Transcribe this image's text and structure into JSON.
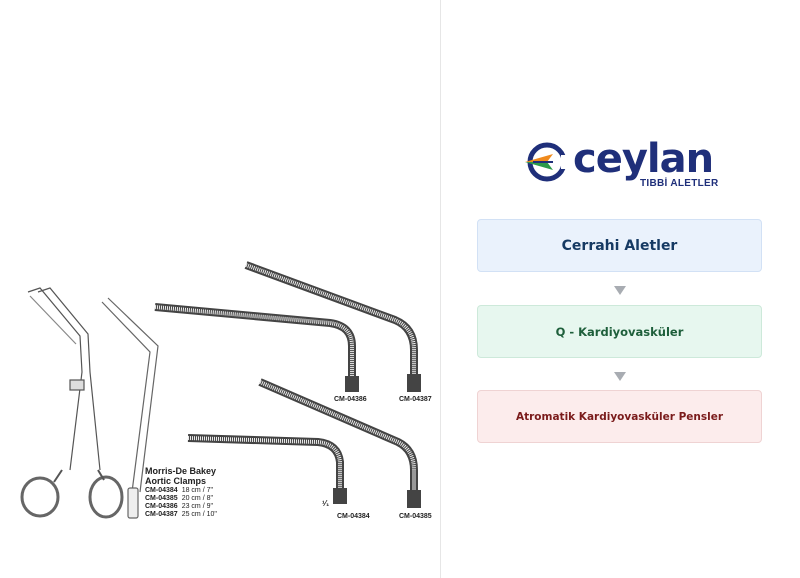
{
  "catalog": {
    "product_title_line1": "Morris-De Bakey",
    "product_title_line2": "Aortic Clamps",
    "items": [
      {
        "code": "CM-04384",
        "size": "18 cm / 7\""
      },
      {
        "code": "CM-04385",
        "size": "20 cm / 8\""
      },
      {
        "code": "CM-04386",
        "size": "23 cm / 9\""
      },
      {
        "code": "CM-04387",
        "size": "25 cm / 10\""
      }
    ],
    "jaw_labels": {
      "a": "CM-04386",
      "b": "CM-04387",
      "c": "CM-04384",
      "d": "CM-04385"
    },
    "scale": "¹⁄₁"
  },
  "brand": {
    "name": "ceylan",
    "subtitle": "TIBBİ ALETLER",
    "colors": {
      "navy": "#1f2f7a",
      "orange": "#f08a1c",
      "green": "#2c9a4a"
    }
  },
  "breadcrumb": {
    "level1": "Cerrahi Aletler",
    "level2": "Q - Kardiyovasküler",
    "level3": "Atromatik Kardiyovasküler Pensler"
  }
}
